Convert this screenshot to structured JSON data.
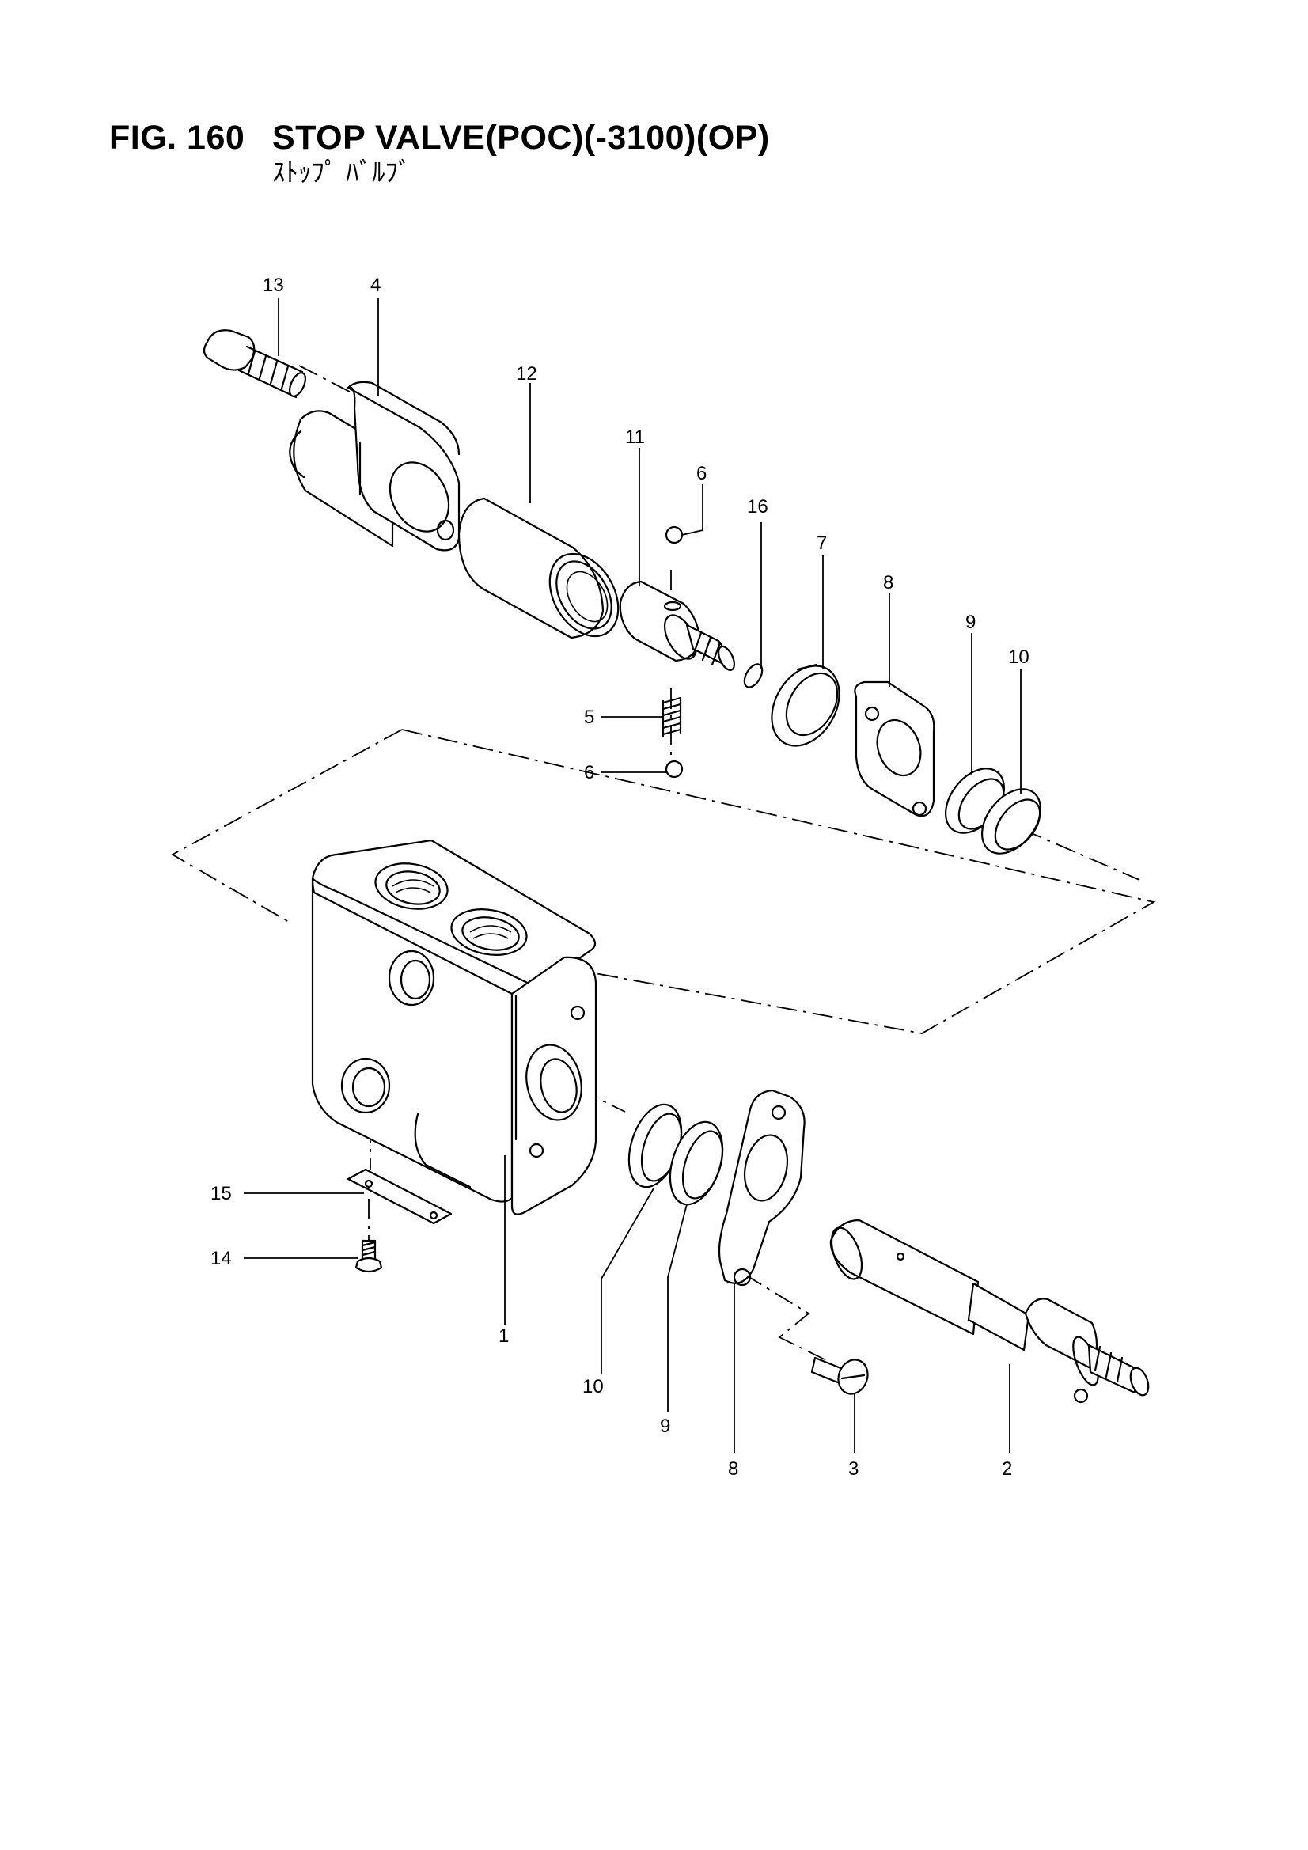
{
  "figure": {
    "number": "FIG. 160",
    "title": "STOP VALVE(POC)(-3100)(OP)",
    "subtitle": "ｽﾄｯﾌﾟ ﾊﾞﾙﾌﾞ"
  },
  "callouts": [
    {
      "id": "c13a",
      "label": "13"
    },
    {
      "id": "c4",
      "label": "4"
    },
    {
      "id": "c12",
      "label": "12"
    },
    {
      "id": "c11",
      "label": "11"
    },
    {
      "id": "c6a",
      "label": "6"
    },
    {
      "id": "c16",
      "label": "16"
    },
    {
      "id": "c7",
      "label": "7"
    },
    {
      "id": "c8a",
      "label": "8"
    },
    {
      "id": "c9a",
      "label": "9"
    },
    {
      "id": "c10a",
      "label": "10"
    },
    {
      "id": "c5",
      "label": "5"
    },
    {
      "id": "c6b",
      "label": "6"
    },
    {
      "id": "c15",
      "label": "15"
    },
    {
      "id": "c14",
      "label": "14"
    },
    {
      "id": "c1",
      "label": "1"
    },
    {
      "id": "c10b",
      "label": "10"
    },
    {
      "id": "c9b",
      "label": "9"
    },
    {
      "id": "c8b",
      "label": "8"
    },
    {
      "id": "c3",
      "label": "3"
    },
    {
      "id": "c2",
      "label": "2"
    }
  ]
}
